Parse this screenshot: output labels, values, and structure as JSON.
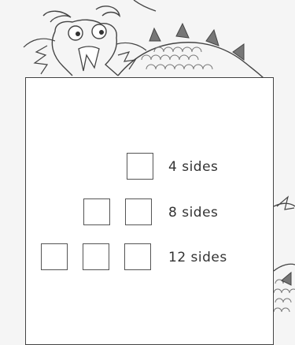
{
  "rows": [
    {
      "count": 1,
      "label": "4 sides"
    },
    {
      "count": 2,
      "label": "8 sides"
    },
    {
      "count": 3,
      "label": "12 sides"
    }
  ]
}
